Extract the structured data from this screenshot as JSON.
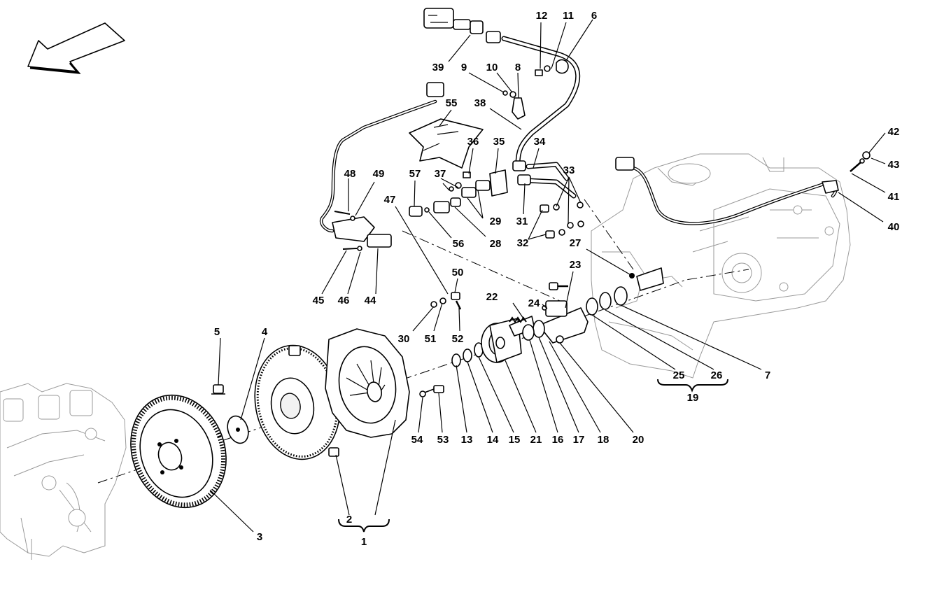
{
  "diagram": {
    "callouts": {
      "c1": "1",
      "c2": "2",
      "c3": "3",
      "c4": "4",
      "c5": "5",
      "c6": "6",
      "c7": "7",
      "c8": "8",
      "c9": "9",
      "c10": "10",
      "c11": "11",
      "c12": "12",
      "c13": "13",
      "c14": "14",
      "c15": "15",
      "c16": "16",
      "c17": "17",
      "c18": "18",
      "c19": "19",
      "c20": "20",
      "c21": "21",
      "c22": "22",
      "c23": "23",
      "c24": "24",
      "c25": "25",
      "c26": "26",
      "c27": "27",
      "c28": "28",
      "c29": "29",
      "c30": "30",
      "c31": "31",
      "c32": "32",
      "c33": "33",
      "c34": "34",
      "c35": "35",
      "c36": "36",
      "c37": "37",
      "c38": "38",
      "c39": "39",
      "c40": "40",
      "c41": "41",
      "c42": "42",
      "c43": "43",
      "c44": "44",
      "c45": "45",
      "c46": "46",
      "c47": "47",
      "c48": "48",
      "c49": "49",
      "c50": "50",
      "c51": "51",
      "c52": "52",
      "c53": "53",
      "c54": "54",
      "c55": "55",
      "c56": "56",
      "c57": "57"
    },
    "icons": {
      "direction": "direction-arrow-icon"
    }
  }
}
